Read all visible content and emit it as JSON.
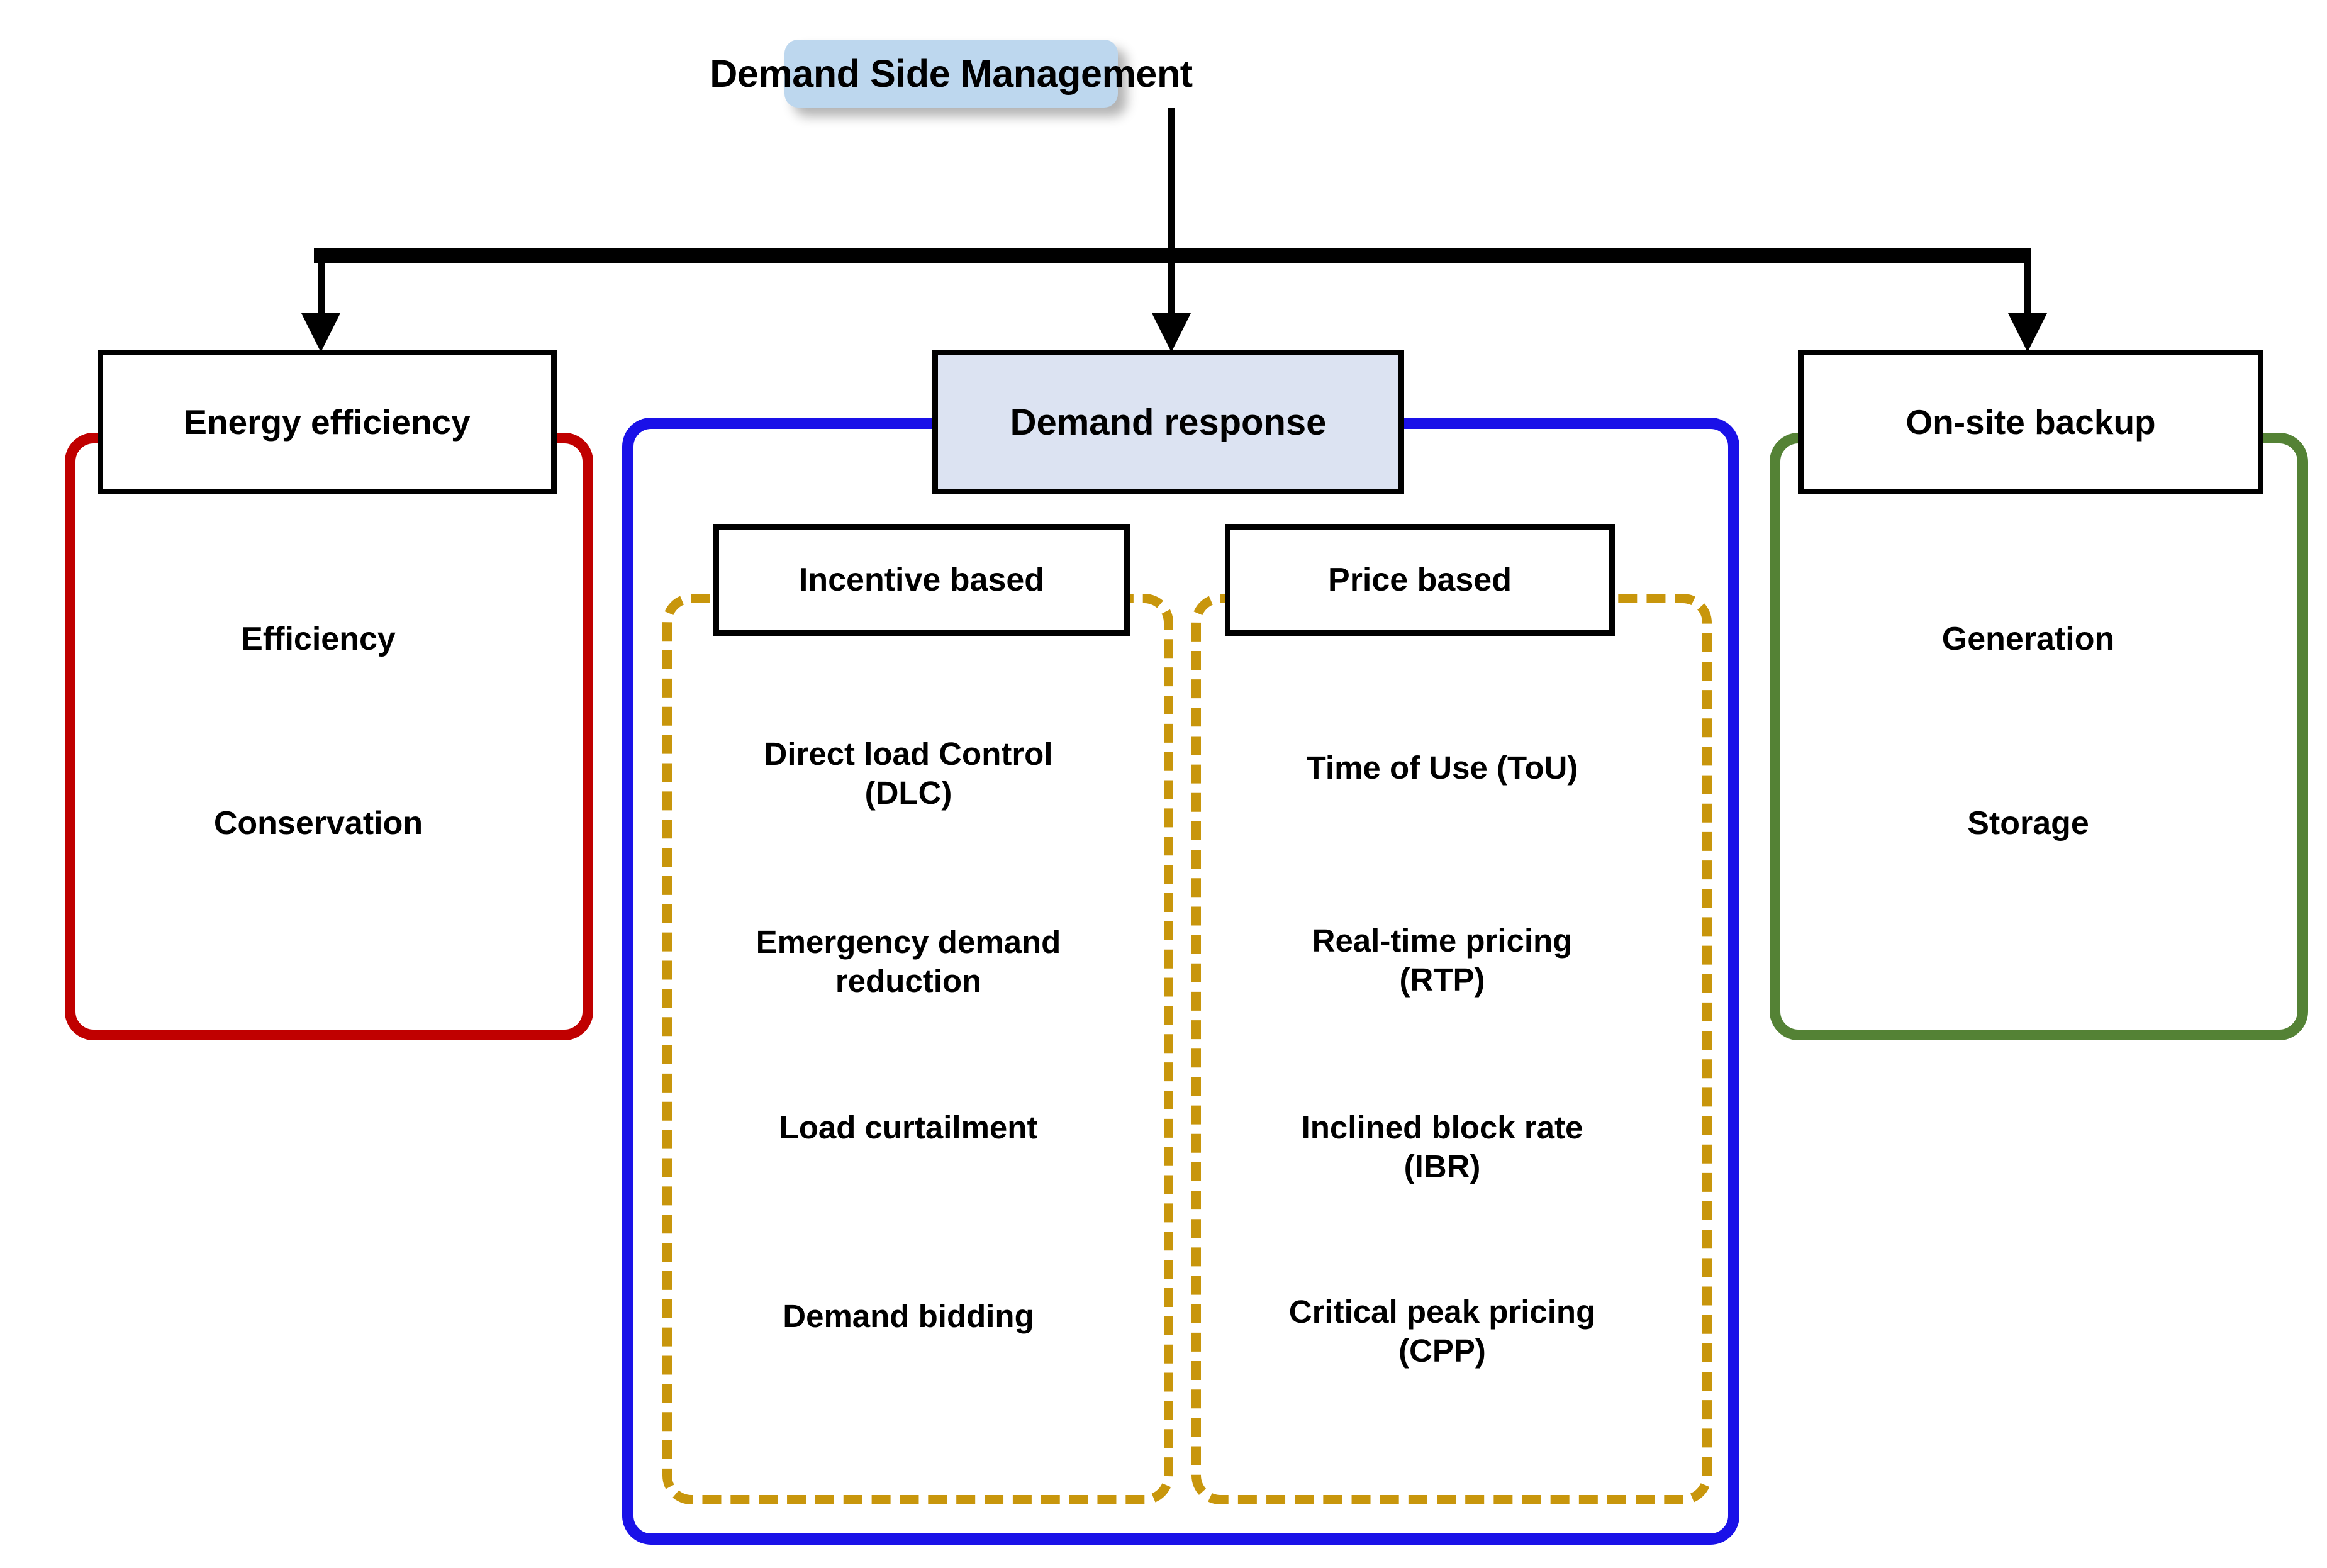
{
  "diagram": {
    "title": "Demand Side Management",
    "type": "tree-taxonomy",
    "root": {
      "label": "Demand Side Management",
      "fill_color": "#BDD7EE"
    },
    "branches": [
      {
        "id": "energy-efficiency",
        "header": "Energy efficiency",
        "group_color": "#C00000",
        "group_style": "solid",
        "items": [
          "Efficiency",
          "Conservation"
        ]
      },
      {
        "id": "demand-response",
        "header": "Demand response",
        "header_fill": "#DCE3F2",
        "group_color": "#1A11E8",
        "group_style": "solid",
        "subgroups": [
          {
            "id": "incentive-based",
            "header": "Incentive based",
            "group_color": "#C8960C",
            "group_style": "dashed",
            "items": [
              "Direct load Control (DLC)",
              "Emergency demand reduction",
              "Load curtailment",
              "Demand bidding"
            ]
          },
          {
            "id": "price-based",
            "header": "Price based",
            "group_color": "#C8960C",
            "group_style": "dashed",
            "items": [
              "Time of Use (ToU)",
              "Real-time pricing (RTP)",
              "Inclined block rate (IBR)",
              "Critical peak pricing (CPP)"
            ]
          }
        ]
      },
      {
        "id": "on-site-backup",
        "header": "On-site backup",
        "group_color": "#548235",
        "group_style": "solid",
        "items": [
          "Generation",
          "Storage"
        ]
      }
    ],
    "leaf_text": {
      "efficiency": "Efficiency",
      "conservation": "Conservation",
      "generation": "Generation",
      "storage": "Storage",
      "dlc_line1": "Direct load Control",
      "dlc_line2": "(DLC)",
      "edr_line1": "Emergency demand",
      "edr_line2": "reduction",
      "load_curtailment": "Load curtailment",
      "demand_bidding": "Demand bidding",
      "tou": "Time of Use (ToU)",
      "rtp_line1": "Real-time pricing",
      "rtp_line2": "(RTP)",
      "ibr_line1": "Inclined block rate",
      "ibr_line2": "(IBR)",
      "cpp_line1": "Critical peak pricing",
      "cpp_line2": "(CPP)"
    }
  }
}
